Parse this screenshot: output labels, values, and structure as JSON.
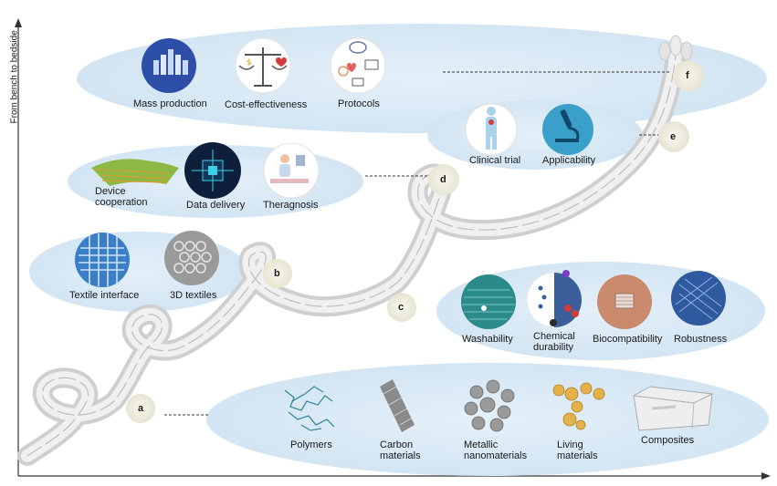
{
  "axis": {
    "y_label": "From bench to bedside"
  },
  "stages": {
    "a": {
      "letter": "a",
      "items": [
        "Polymers",
        "Carbon materials",
        "Metallic nanomaterials",
        "Living materials",
        "Composites"
      ]
    },
    "b": {
      "letter": "b",
      "items": [
        "Textile interface",
        "3D textiles"
      ]
    },
    "c": {
      "letter": "c",
      "items": [
        "Washability",
        "Chemical durability",
        "Biocompatibility",
        "Robustness"
      ]
    },
    "d": {
      "letter": "d",
      "items": [
        "Device cooperation",
        "Data delivery",
        "Theragnosis"
      ]
    },
    "e": {
      "letter": "e",
      "items": [
        "Clinical trial",
        "Applicability"
      ]
    },
    "f": {
      "letter": "f",
      "items": [
        "Mass production",
        "Cost-effectiveness",
        "Protocols"
      ]
    }
  },
  "colors": {
    "bubble": "#dbeaf6",
    "node": "#f2f1e6",
    "fiber": "#d9d9d9",
    "axis": "#333333"
  }
}
